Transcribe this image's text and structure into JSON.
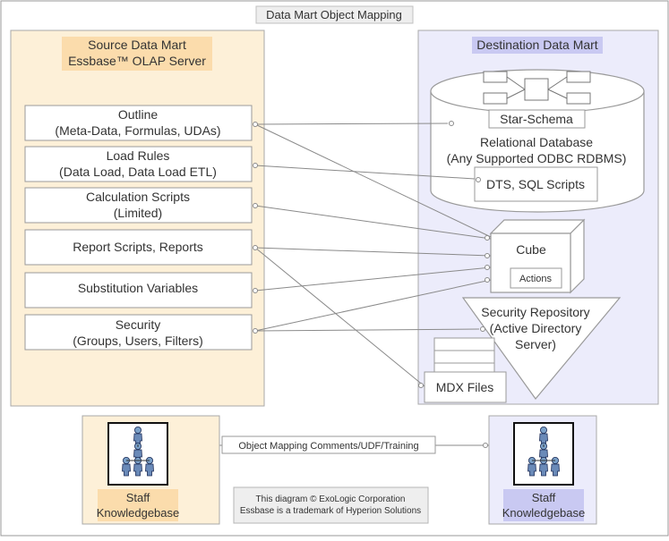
{
  "title": "Data Mart Object Mapping",
  "source": {
    "heading_line1": "Source Data Mart",
    "heading_line2": "Essbase™ OLAP Server",
    "items": [
      {
        "line1": "Outline",
        "line2": "(Meta-Data, Formulas, UDAs)"
      },
      {
        "line1": "Load Rules",
        "line2": "(Data Load, Data Load ETL)"
      },
      {
        "line1": "Calculation Scripts",
        "line2": "(Limited)"
      },
      {
        "line1": "Report Scripts, Reports",
        "line2": ""
      },
      {
        "line1": "Substitution Variables",
        "line2": ""
      },
      {
        "line1": "Security",
        "line2": "(Groups, Users, Filters)"
      }
    ]
  },
  "destination": {
    "heading": "Destination Data Mart",
    "star_schema": "Star-Schema",
    "relational_line1": "Relational Database",
    "relational_line2": "(Any Supported ODBC RDBMS)",
    "dts": "DTS, SQL Scripts",
    "cube": "Cube",
    "actions": "Actions",
    "security_line1": "Security Repository",
    "security_line2": "(Active Directory",
    "security_line3": "Server)",
    "mdx": "MDX Files"
  },
  "staff_left": {
    "line1": "Staff",
    "line2": "Knowledgebase"
  },
  "staff_right": {
    "line1": "Staff",
    "line2": "Knowledgebase"
  },
  "mapping_label": "Object Mapping Comments/UDF/Training",
  "copyright_line1": "This diagram © ExoLogic Corporation",
  "copyright_line2": "Essbase is a trademark of Hyperion Solutions",
  "colors": {
    "source_fill": "#fdf0d8",
    "source_heading": "#fbdcac",
    "dest_fill": "#ececfb",
    "dest_heading": "#c9c9f2",
    "line": "#8a8a8a",
    "person_head": "#7aa0c8",
    "person_body": "#6a8ab8"
  }
}
